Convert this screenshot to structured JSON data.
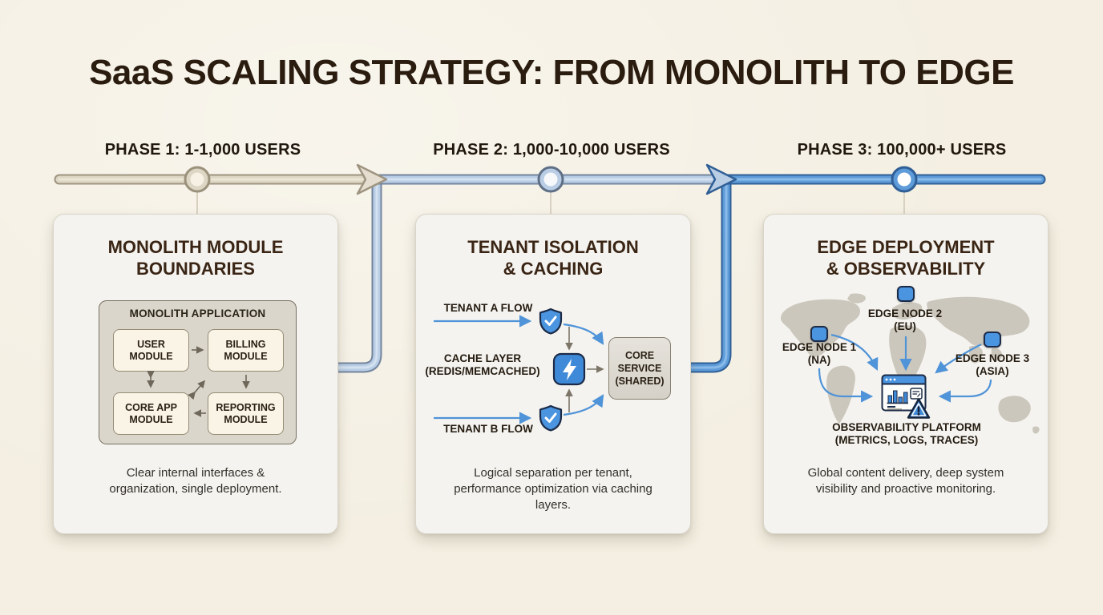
{
  "header": {
    "title": "SaaS SCALING STRATEGY: FROM MONOLITH TO EDGE"
  },
  "timeline": {
    "phases": [
      {
        "label": "PHASE 1: 1-1,000 USERS"
      },
      {
        "label": "PHASE 2: 1,000-10,000 USERS"
      },
      {
        "label": "PHASE 3: 100,000+ USERS"
      }
    ],
    "colors": {
      "phase1": "#ddd6c4",
      "phase2": "#b9cde5",
      "phase3": "#5e9bd9"
    }
  },
  "icons": {
    "tenant_gateway": "shield-check-icon",
    "cache": "lightning-bolt-icon",
    "platform": "dashboard-window-icon",
    "alert": "warning-triangle-icon",
    "edge_node": "edge-node-marker-icon"
  },
  "cards": [
    {
      "title_lines": [
        "MONOLITH MODULE",
        "BOUNDARIES"
      ],
      "caption": "Clear internal interfaces & organization, single deployment.",
      "diagram": {
        "container_label": "MONOLITH APPLICATION",
        "modules": [
          "USER MODULE",
          "BILLING MODULE",
          "CORE APP MODULE",
          "REPORTING MODULE"
        ]
      }
    },
    {
      "title_lines": [
        "TENANT ISOLATION",
        "& CACHING"
      ],
      "caption": "Logical separation per tenant, performance optimization via caching layers.",
      "diagram": {
        "tenant_a_label": "TENANT A FLOW",
        "tenant_b_label": "TENANT B FLOW",
        "cache_label_lines": [
          "CACHE LAYER",
          "(REDIS/MEMCACHED)"
        ],
        "core_service_label": "CORE SERVICE (SHARED)"
      }
    },
    {
      "title_lines": [
        "EDGE DEPLOYMENT",
        "& OBSERVABILITY"
      ],
      "caption": "Global content delivery, deep system visibility and proactive monitoring.",
      "diagram": {
        "nodes": [
          {
            "name": "EDGE NODE 1",
            "region": "(NA)"
          },
          {
            "name": "EDGE NODE 2",
            "region": "(EU)"
          },
          {
            "name": "EDGE NODE 3",
            "region": "(ASIA)"
          }
        ],
        "platform_label_lines": [
          "OBSERVABILITY PLATFORM",
          "(METRICS, LOGS, TRACES)"
        ]
      }
    }
  ]
}
